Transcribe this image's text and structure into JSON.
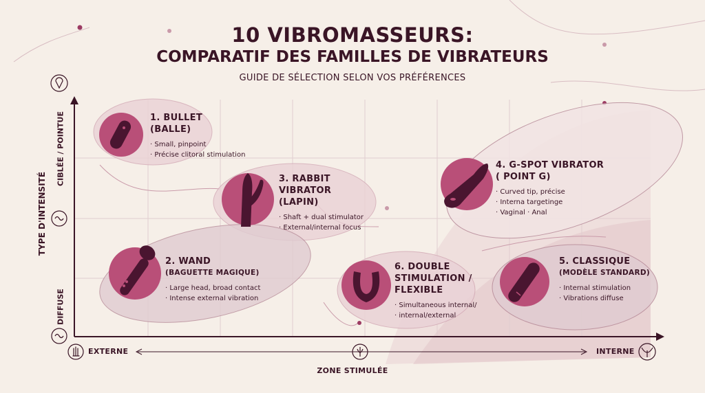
{
  "title": {
    "line1": "10 VIBROMASSEURS:",
    "line2": "COMPARATIF DES FAMILLES DE VIBRATEURS",
    "subtitle": "GUIDE DE SÉLECTION SELON VOS PRÉFÉRENCES"
  },
  "axes": {
    "y_title": "TYPE D'INTENSITÉ",
    "y_top": "CIBLÉE / POINTUE",
    "y_bottom": "DIFFUSE",
    "x_title": "ZONE STIMULÉE",
    "x_left": "EXTERNE",
    "x_right": "INTERNE"
  },
  "items": [
    {
      "name_line1": "1. BULLET",
      "name_line2": "(BALLE)",
      "notes": [
        "Small, pinpoint",
        "Précise clitoral stimulation"
      ]
    },
    {
      "name_line1": "2. WAND",
      "name_line2": "(BAGUETTE MAGIQUE)",
      "notes": [
        "Large head, broad contact",
        "Intense external vibration"
      ]
    },
    {
      "name_line1": "3. RABBIT VIBRATOR",
      "name_line2": "(LAPIN)",
      "notes": [
        "Shaft + dual stimulator",
        "External/internal focus"
      ]
    },
    {
      "name_line1": "4. G-SPOT VIBRATOR",
      "name_line2": "( POINT G)",
      "notes": [
        "Curved tip, précise",
        "Interna targetinge",
        "Vaginal · Anal"
      ]
    },
    {
      "name_line1": "5. CLASSIQUE",
      "name_line2": "(MODÈLE STANDARD)",
      "notes": [
        "Internal stimulation",
        "Vibrations diffuse"
      ]
    },
    {
      "name_line1": "6. DOUBLE",
      "name_line2": "STIMULATION /",
      "name_line3": "FLEXIBLE",
      "notes": [
        "Simultaneous internal/",
        "internal/external"
      ]
    }
  ],
  "colors": {
    "background": "#f6efe8",
    "plum": "#4a1530",
    "rose": "#b94f78",
    "blush": "#ead2d6",
    "text": "#3a1526"
  },
  "icons": [
    "marker-icon",
    "wave-icon",
    "hand-icon",
    "pelvis-icon",
    "bullet-vibrator-icon",
    "wand-vibrator-icon",
    "rabbit-vibrator-icon",
    "gspot-vibrator-icon",
    "classic-vibrator-icon",
    "u-shaped-vibrator-icon"
  ]
}
